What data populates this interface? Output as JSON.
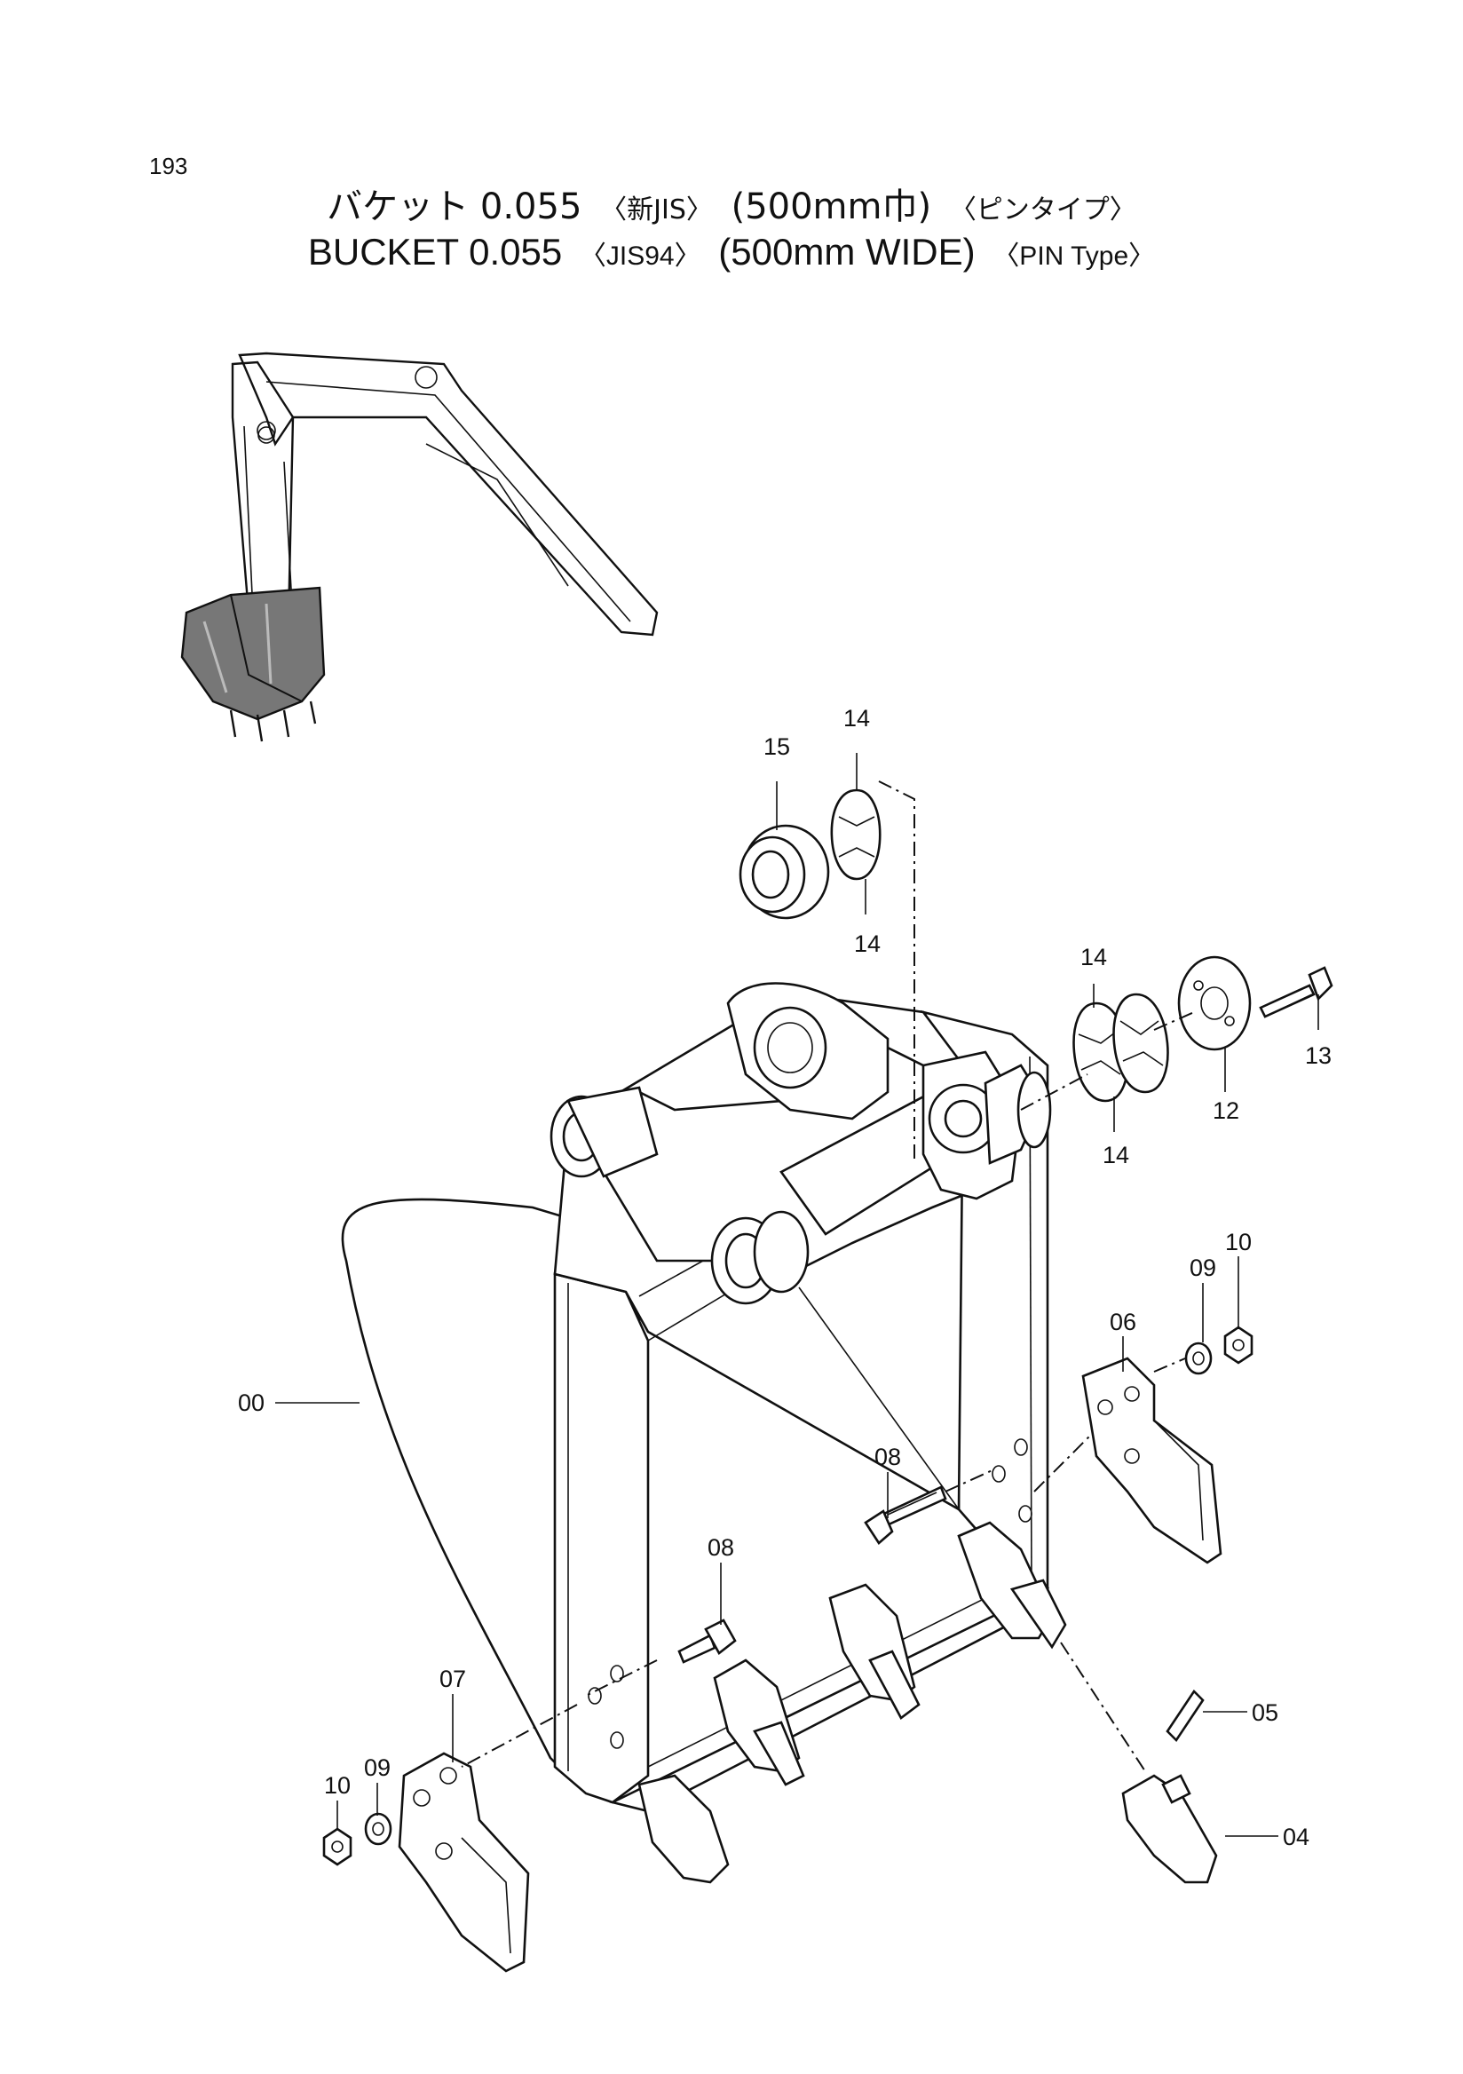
{
  "page": {
    "number": "193"
  },
  "title": {
    "jp": {
      "main": "バケット 0.055",
      "standard": "〈新JIS〉",
      "width": "(500mm巾)",
      "type": "〈ピンタイプ〉"
    },
    "en": {
      "main": "BUCKET  0.055",
      "standard": "〈JIS94〉",
      "width": "(500mm  WIDE)",
      "type": "〈PIN  Type〉"
    }
  },
  "callouts": {
    "c00": "00",
    "c04": "04",
    "c05": "05",
    "c06": "06",
    "c07": "07",
    "c08a": "08",
    "c08b": "08",
    "c09a": "09",
    "c09b": "09",
    "c10a": "10",
    "c10b": "10",
    "c12": "12",
    "c13": "13",
    "c14a": "14",
    "c14b": "14",
    "c14c": "14",
    "c14d": "14",
    "c15": "15"
  }
}
